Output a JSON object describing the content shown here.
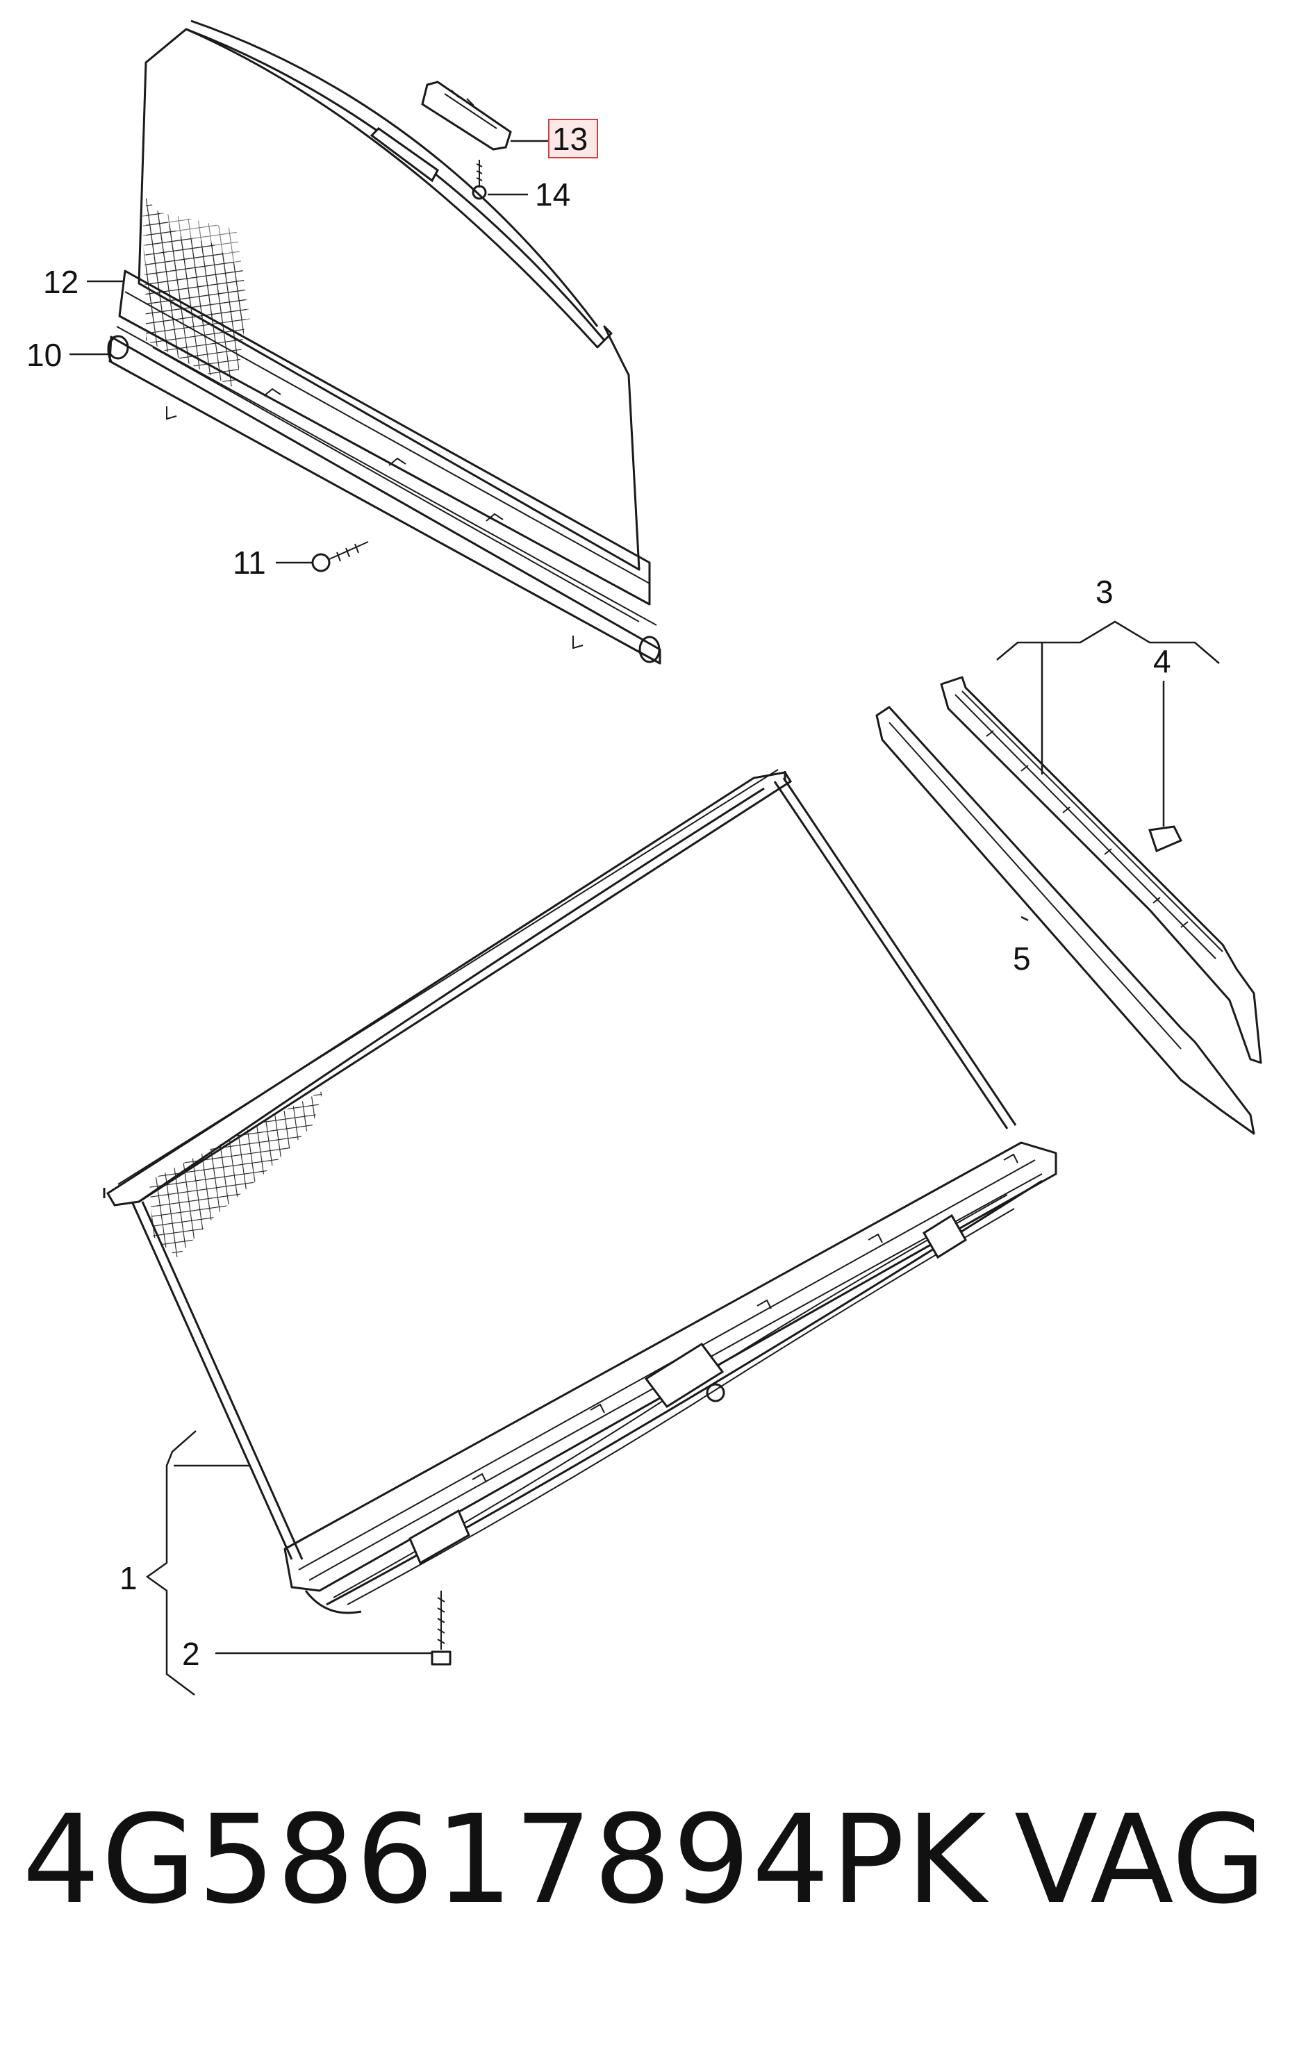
{
  "callouts": {
    "c1": "1",
    "c2": "2",
    "c3": "3",
    "c4": "4",
    "c5": "5",
    "c10": "10",
    "c11": "11",
    "c12": "12",
    "c13": "13",
    "c14": "14"
  },
  "footer": {
    "part_number": "4G58617894PK",
    "brand": "VAG"
  },
  "colors": {
    "line": "#1a1a1a",
    "highlight_box_border": "#d04040",
    "highlight_box_fill": "#fde8e8"
  }
}
